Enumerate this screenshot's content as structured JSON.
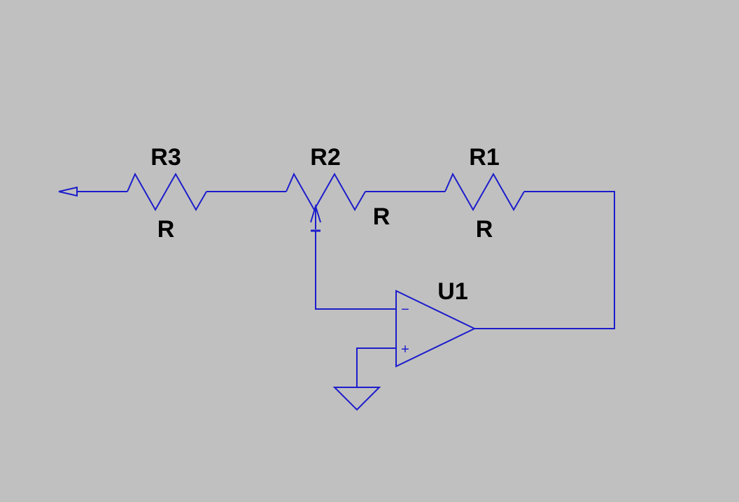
{
  "colors": {
    "background": "#c0c0c0",
    "wire": "#1c1ccc",
    "text": "#000000"
  },
  "components": {
    "r3": {
      "name": "R3",
      "value": "R"
    },
    "r2": {
      "name": "R2",
      "value": "R"
    },
    "r1": {
      "name": "R1",
      "value": "R"
    },
    "u1": {
      "name": "U1",
      "minus": "−",
      "plus": "+"
    }
  },
  "symbols": {
    "input_port": "arrow-port-icon",
    "ground": "ground-icon"
  }
}
